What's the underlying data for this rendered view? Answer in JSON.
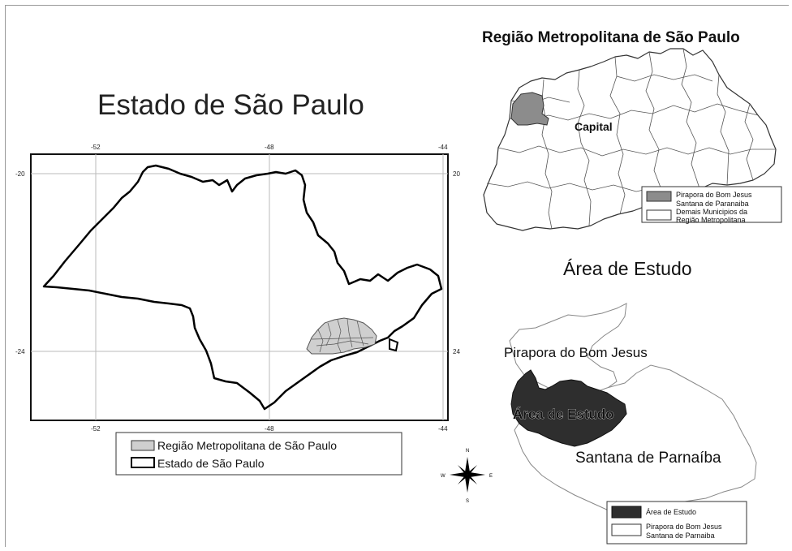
{
  "state_map": {
    "title": "Estado de São Paulo",
    "top_ticks": [
      "-52",
      "-48",
      "-44"
    ],
    "bottom_ticks": [
      "-52",
      "-48",
      "-44"
    ],
    "left_ticks": [
      "-20",
      "-24"
    ],
    "right_ticks": [
      "20",
      "24"
    ],
    "legend": [
      {
        "label": "Região Metropolitana de São Paulo",
        "fill": "#cfcfcf"
      },
      {
        "label": "Estado de São Paulo",
        "fill": "#ffffff"
      }
    ]
  },
  "rm_map": {
    "title": "Região Metropolitana de São Paulo",
    "capital_label": "Capital",
    "legend": [
      {
        "label_lines": [
          "Pirapora do Bom Jesus",
          "Santana de Paranaiba"
        ],
        "fill": "#8c8c8c"
      },
      {
        "label_lines": [
          "Demais Municipios da",
          "Região Metropolitana"
        ],
        "fill": "#ffffff"
      }
    ]
  },
  "study_map": {
    "title": "Área de Estudo",
    "pirapora_label": "Pirapora do Bom Jesus",
    "study_label": "Área de Estudo",
    "santana_label": "Santana de Parnaíba",
    "legend": [
      {
        "label_lines": [
          "Área de Estudo"
        ],
        "fill": "#2e2e2e"
      },
      {
        "label_lines": [
          "Pirapora do Bom Jesus",
          "Santana de Parnaiba"
        ],
        "fill": "#ffffff"
      }
    ]
  },
  "compass": {
    "n": "N",
    "s": "S",
    "e": "E",
    "w": "W"
  },
  "colors": {
    "study_area": "#2e2e2e",
    "selected_municipios": "#8c8c8c",
    "metro_region": "#cfcfcf"
  }
}
